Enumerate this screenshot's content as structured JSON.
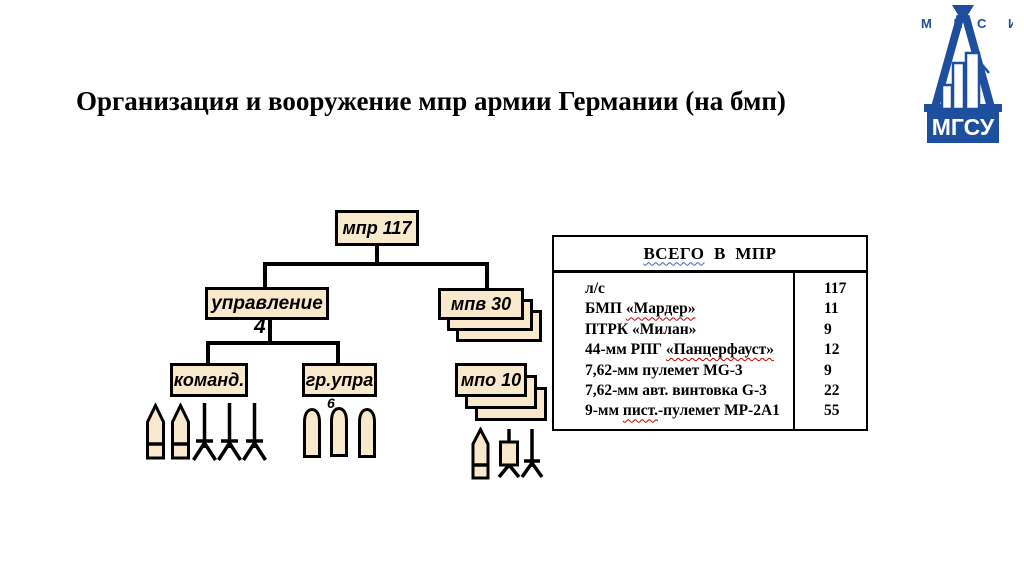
{
  "slide": {
    "title": "Организация и вооружение мпр армии Германии (на бмп)"
  },
  "logo": {
    "top_left": "М И",
    "top_right": "С И",
    "name_bottom": "МГСУ",
    "blue": "#1d4f9e"
  },
  "diagram": {
    "box_fill": "#f8e9cc",
    "root_label": "мпр 117",
    "hq_label": "управление",
    "hq_count": "4",
    "commander_label": "команд.",
    "control_group_label": "гр.упра",
    "control_group_count": "6",
    "platoon_label": "мпв 30",
    "squad_label": "мпо 10",
    "icons": {
      "commander_group": [
        "smg-icon",
        "smg-icon",
        "mg-icon",
        "mg-icon",
        "mg-icon"
      ],
      "control_group": [
        "rifle-icon",
        "rifle-icon",
        "rifle-icon"
      ],
      "squad_group": [
        "smg-icon",
        "atgm-icon",
        "mg-icon"
      ]
    }
  },
  "table": {
    "header_wavy": "ВСЕГО",
    "header_rest": "  В  МПР",
    "rows": [
      {
        "pre": "л/с",
        "wavy": "",
        "post": "",
        "value": "117"
      },
      {
        "pre": "БМП ",
        "wavy": "«Мардер»",
        "post": "",
        "value": "11"
      },
      {
        "pre": "ПТРК «Милан»",
        "wavy": "",
        "post": "",
        "value": "9"
      },
      {
        "pre": "44-мм РПГ ",
        "wavy": "«Панцерфауст»",
        "post": "",
        "value": "12"
      },
      {
        "pre": "7,62-мм пулемет MG-3",
        "wavy": "",
        "post": "",
        "value": "9"
      },
      {
        "pre": "7,62-мм авт. винтовка G-3",
        "wavy": "",
        "post": "",
        "value": "22"
      },
      {
        "pre": "9-мм ",
        "wavy": "пист.",
        "post": "-пулемет МР-2А1",
        "value": "55"
      }
    ]
  }
}
